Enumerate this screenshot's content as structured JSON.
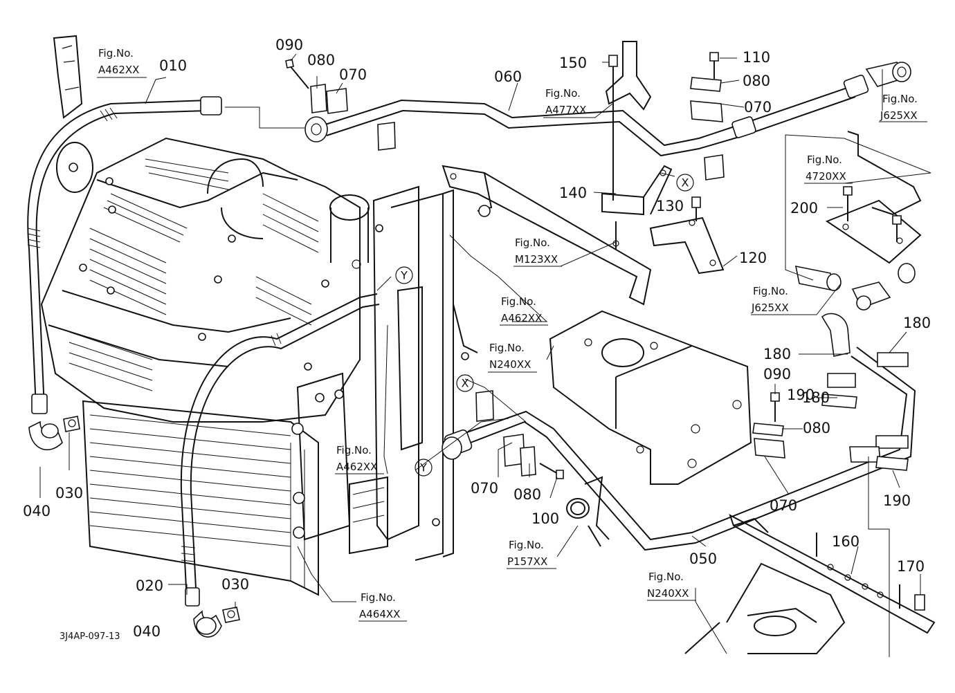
{
  "diagram_code": "3J4AP-097-13",
  "part_labels": [
    "010",
    "020",
    "030",
    "030",
    "040",
    "040",
    "050",
    "060",
    "070",
    "070",
    "070",
    "070",
    "080",
    "080",
    "080",
    "080",
    "090",
    "090",
    "100",
    "110",
    "120",
    "130",
    "140",
    "150",
    "160",
    "170",
    "180",
    "180",
    "180",
    "190",
    "190",
    "200"
  ],
  "fig_refs": [
    {
      "caption": "Fig.No.",
      "ref": "A462XX"
    },
    {
      "caption": "Fig.No.",
      "ref": "A477XX"
    },
    {
      "caption": "Fig.No.",
      "ref": "J625XX"
    },
    {
      "caption": "Fig.No.",
      "ref": "4720XX"
    },
    {
      "caption": "Fig.No.",
      "ref": "M123XX"
    },
    {
      "caption": "Fig.No.",
      "ref": "A462XX"
    },
    {
      "caption": "Fig.No.",
      "ref": "J625XX"
    },
    {
      "caption": "Fig.No.",
      "ref": "N240XX"
    },
    {
      "caption": "Fig.No.",
      "ref": "A462XX"
    },
    {
      "caption": "Fig.No.",
      "ref": "P157XX"
    },
    {
      "caption": "Fig.No.",
      "ref": "N240XX"
    },
    {
      "caption": "Fig.No.",
      "ref": "A464XX"
    }
  ],
  "view_markers": [
    "X",
    "Y",
    "Y",
    "X"
  ]
}
